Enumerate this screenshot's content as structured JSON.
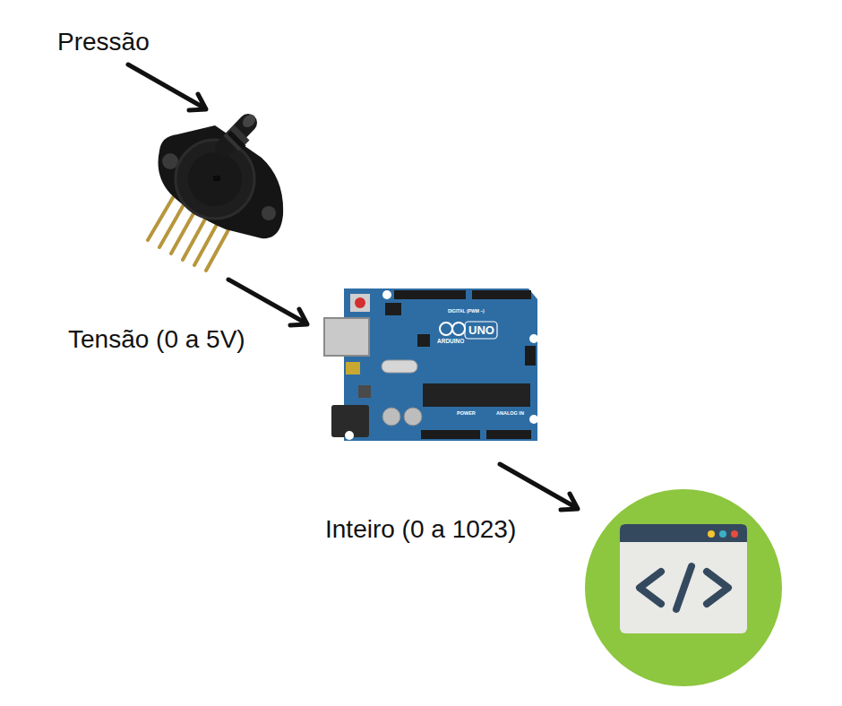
{
  "diagram": {
    "labels": [
      "Pressão",
      "Tensão (0 a 5V)",
      "Inteiro (0 a 1023)",
      "ARDUINO",
      "UNO",
      "DIGITAL (PWM ~)",
      "POWER",
      "ANALOG IN"
    ]
  }
}
